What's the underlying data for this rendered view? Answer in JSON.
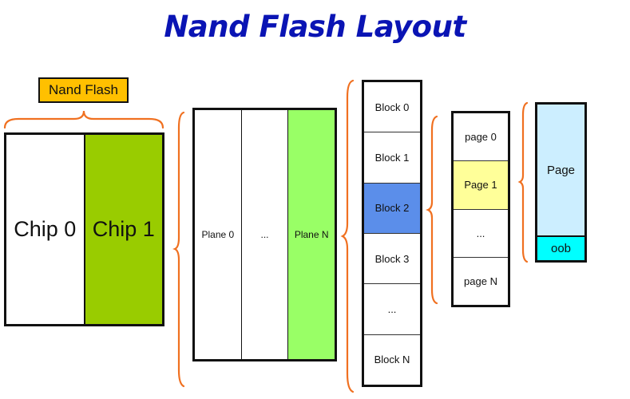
{
  "title": "Nand Flash Layout",
  "nand_flash_label": "Nand Flash",
  "colors": {
    "title": "#0a14b4",
    "nand_flash_label_bg": "#ffc000",
    "brace": "#f07020",
    "chip_highlight": "#99cc00",
    "plane_highlight": "#99ff66",
    "block_highlight": "#5b8eea",
    "page_highlight": "#ffff99",
    "page_body": "#cceeff",
    "oob": "#00ffff"
  },
  "chips": [
    {
      "label": "Chip 0",
      "highlighted": false
    },
    {
      "label": "Chip 1",
      "highlighted": true
    }
  ],
  "planes": [
    {
      "label": "Plane 0",
      "highlighted": false
    },
    {
      "label": "...",
      "highlighted": false
    },
    {
      "label": "Plane N",
      "highlighted": true
    }
  ],
  "blocks": [
    {
      "label": "Block 0",
      "highlighted": false
    },
    {
      "label": "Block 1",
      "highlighted": false
    },
    {
      "label": "Block 2",
      "highlighted": true
    },
    {
      "label": "Block 3",
      "highlighted": false
    },
    {
      "label": "...",
      "highlighted": false
    },
    {
      "label": "Block N",
      "highlighted": false
    }
  ],
  "pages": [
    {
      "label": "page 0",
      "highlighted": false
    },
    {
      "label": "Page 1",
      "highlighted": true
    },
    {
      "label": "...",
      "highlighted": false
    },
    {
      "label": "page N",
      "highlighted": false
    }
  ],
  "page_detail": {
    "data_label": "Page",
    "oob_label": "oob"
  }
}
